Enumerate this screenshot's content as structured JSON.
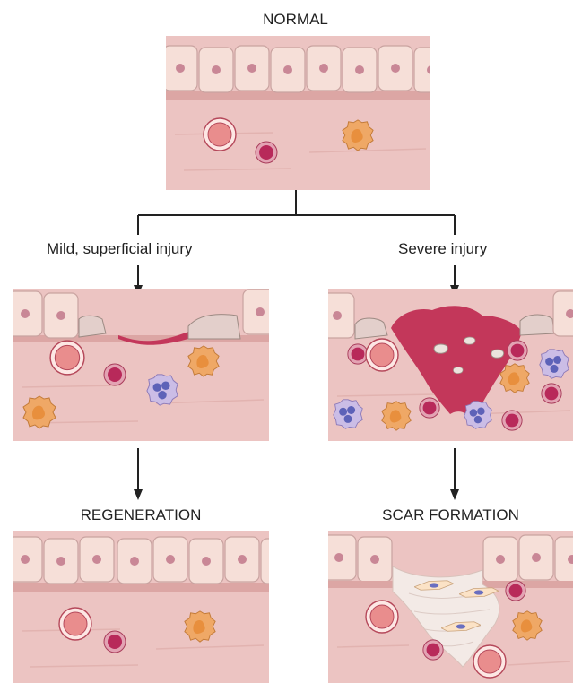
{
  "labels": {
    "normal": "NORMAL",
    "mild_injury": "Mild, superficial injury",
    "severe_injury": "Severe injury",
    "regeneration": "REGENERATION",
    "scar_formation": "SCAR FORMATION"
  },
  "colors": {
    "tissue": "#ecc4c2",
    "epithelium": "#f6dfd8",
    "nucleus": "#c98796",
    "blood": "#c3375a",
    "macrophage": "#efa866",
    "scar": "#f3eae6"
  }
}
